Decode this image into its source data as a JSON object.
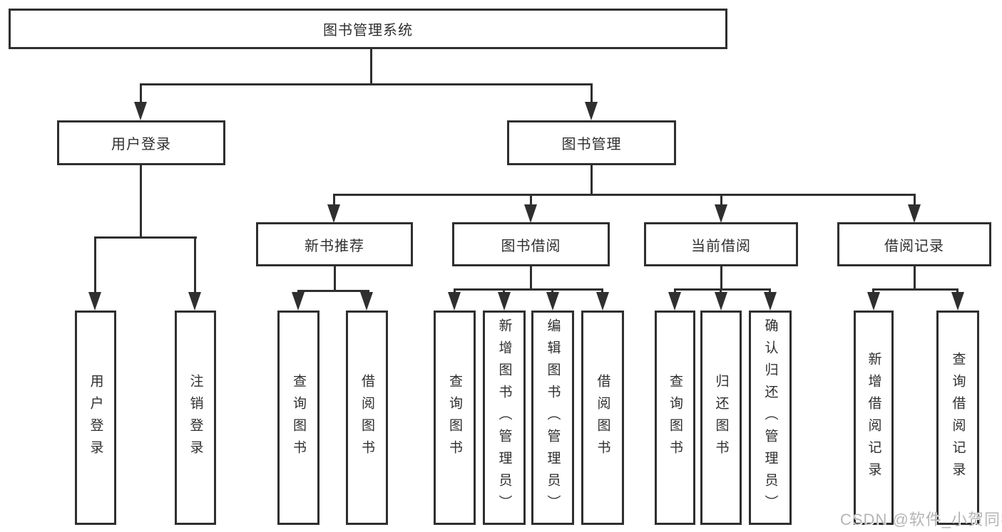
{
  "colors": {
    "line": "#2f2f2f",
    "box_border": "#2f2f2f",
    "box_background": "#ffffff",
    "text": "#2f2f2f",
    "watermark": "#b5b5b5"
  },
  "watermark": "CSDN @软件_小贺同学",
  "tree": {
    "root": {
      "label": "图书管理系统"
    },
    "login": {
      "label": "用户登录",
      "children": [
        {
          "label": "用户登录"
        },
        {
          "label": "注销登录"
        }
      ]
    },
    "mgmt": {
      "label": "图书管理",
      "sections": [
        {
          "label": "新书推荐",
          "children": [
            {
              "label": "查询图书"
            },
            {
              "label": "借阅图书"
            }
          ]
        },
        {
          "label": "图书借阅",
          "children": [
            {
              "label": "查询图书"
            },
            {
              "label": "新增图书（管理员）"
            },
            {
              "label": "编辑图书（管理员）"
            },
            {
              "label": "借阅图书"
            }
          ]
        },
        {
          "label": "当前借阅",
          "children": [
            {
              "label": "查询图书"
            },
            {
              "label": "归还图书"
            },
            {
              "label": "确认归还（管理员）"
            }
          ]
        },
        {
          "label": "借阅记录",
          "children": [
            {
              "label": "新增借阅记录"
            },
            {
              "label": "查询借阅记录"
            }
          ]
        }
      ]
    }
  }
}
